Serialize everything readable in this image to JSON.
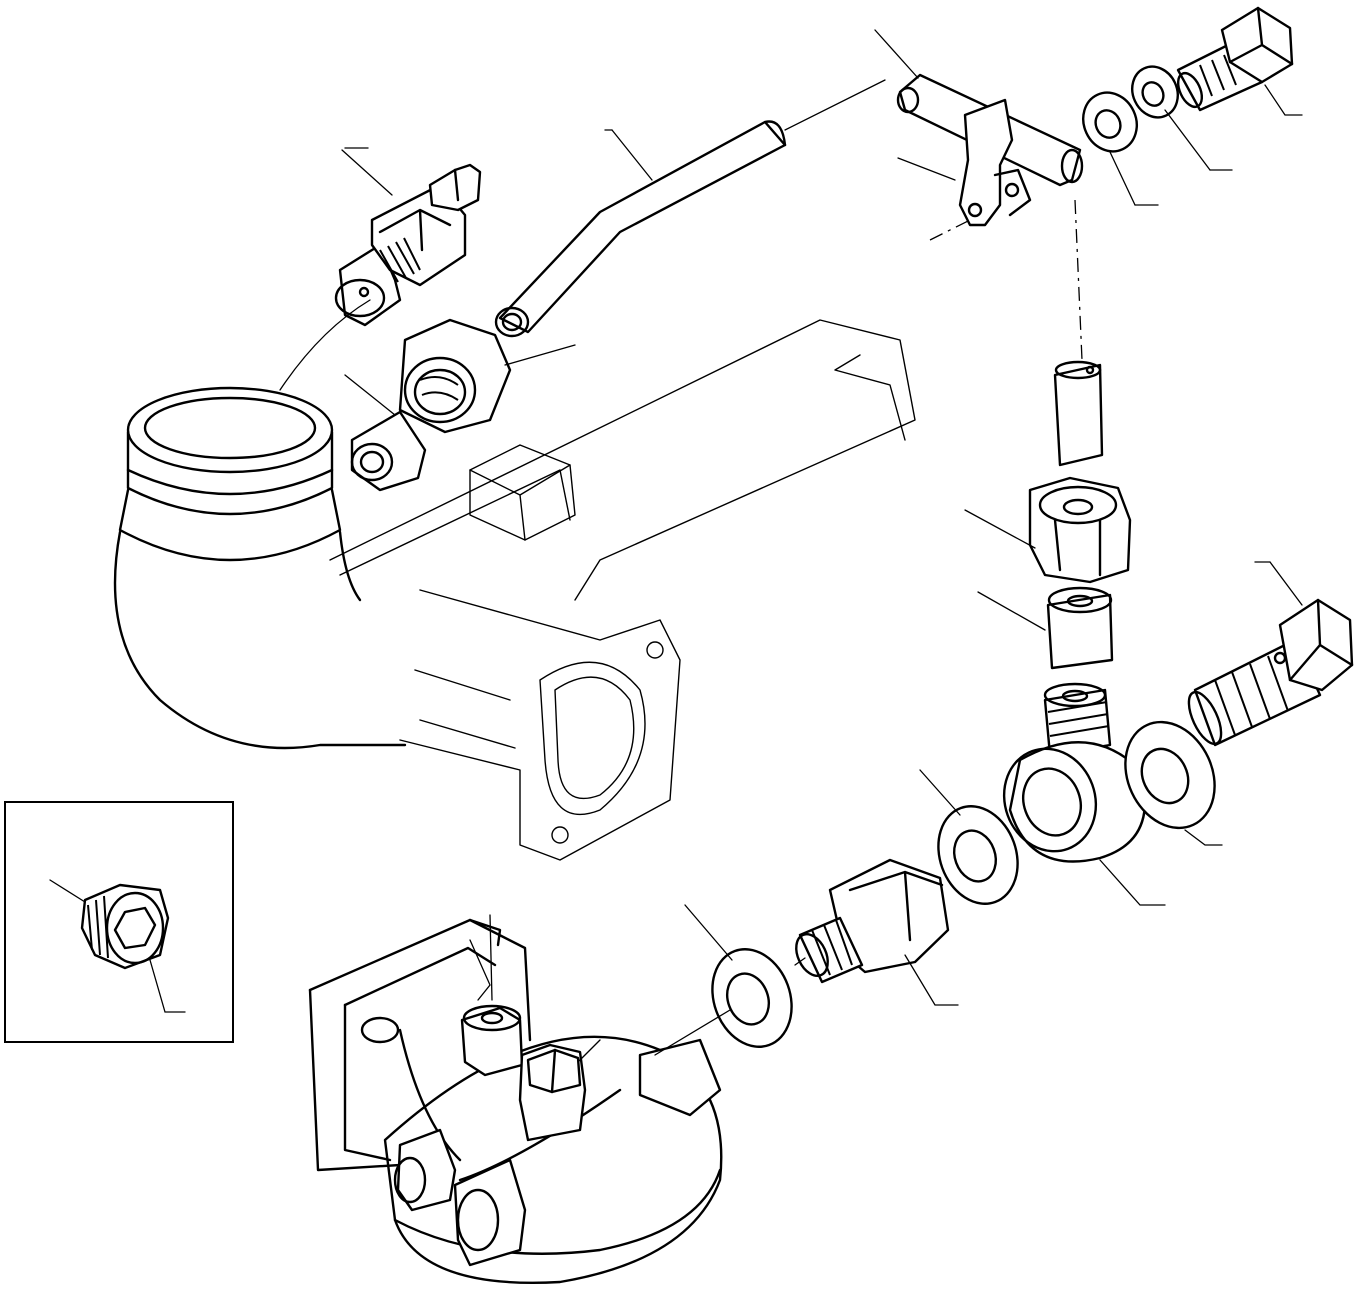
{
  "diagram": {
    "type": "exploded-parts-view",
    "callouts": [
      {
        "id": "c1",
        "label": ""
      },
      {
        "id": "c2",
        "label": ""
      },
      {
        "id": "c3",
        "label": ""
      },
      {
        "id": "c4",
        "label": ""
      },
      {
        "id": "c5",
        "label": ""
      },
      {
        "id": "c6",
        "label": ""
      },
      {
        "id": "c7",
        "label": ""
      },
      {
        "id": "c8",
        "label": ""
      },
      {
        "id": "c9",
        "label": ""
      },
      {
        "id": "c10",
        "label": ""
      },
      {
        "id": "c11",
        "label": ""
      },
      {
        "id": "c12",
        "label": ""
      },
      {
        "id": "c13",
        "label": ""
      },
      {
        "id": "c14",
        "label": ""
      },
      {
        "id": "c15",
        "label": ""
      },
      {
        "id": "c16",
        "label": ""
      },
      {
        "id": "c17",
        "label": ""
      },
      {
        "id": "c18",
        "label": ""
      },
      {
        "id": "c19",
        "label": ""
      }
    ],
    "colors": {
      "line": "#000000",
      "background": "#ffffff"
    }
  }
}
